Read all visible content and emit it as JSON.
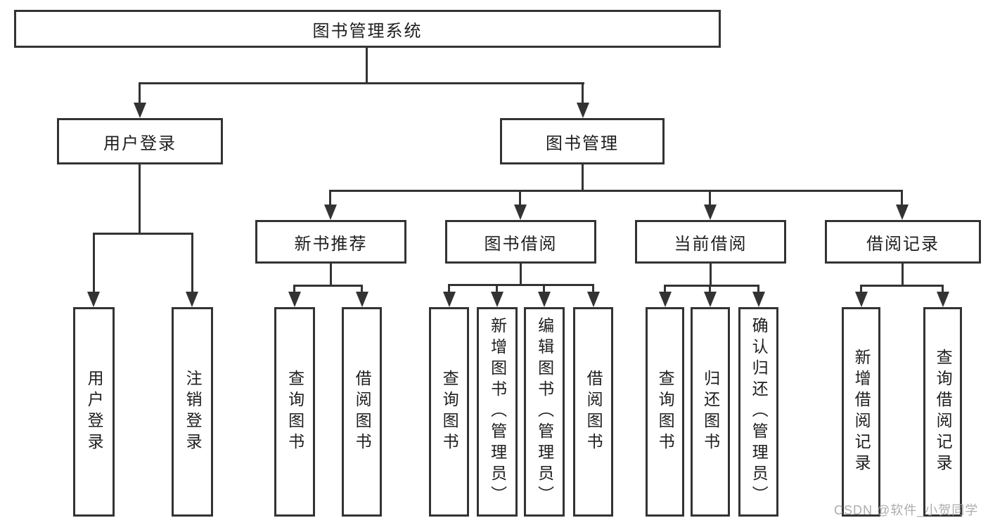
{
  "diagram": {
    "root": "图书管理系统",
    "l2": [
      "用户登录",
      "图书管理"
    ],
    "l3": [
      "新书推荐",
      "图书借阅",
      "当前借阅",
      "借阅记录"
    ],
    "l4": [
      "用户登录",
      "注销登录",
      "查询图书",
      "借阅图书",
      "查询图书",
      "新增图书（管理员）",
      "编辑图书（管理员）",
      "借阅图书",
      "查询图书",
      "归还图书",
      "确认归还（管理员）",
      "新增借阅记录",
      "查询借阅记录"
    ]
  },
  "watermark": "CSDN @软件_小贺同学",
  "colors": {
    "line": "#333333",
    "text": "#1e1e1e",
    "background": "#ffffff",
    "watermark": "#a8a8a8"
  }
}
